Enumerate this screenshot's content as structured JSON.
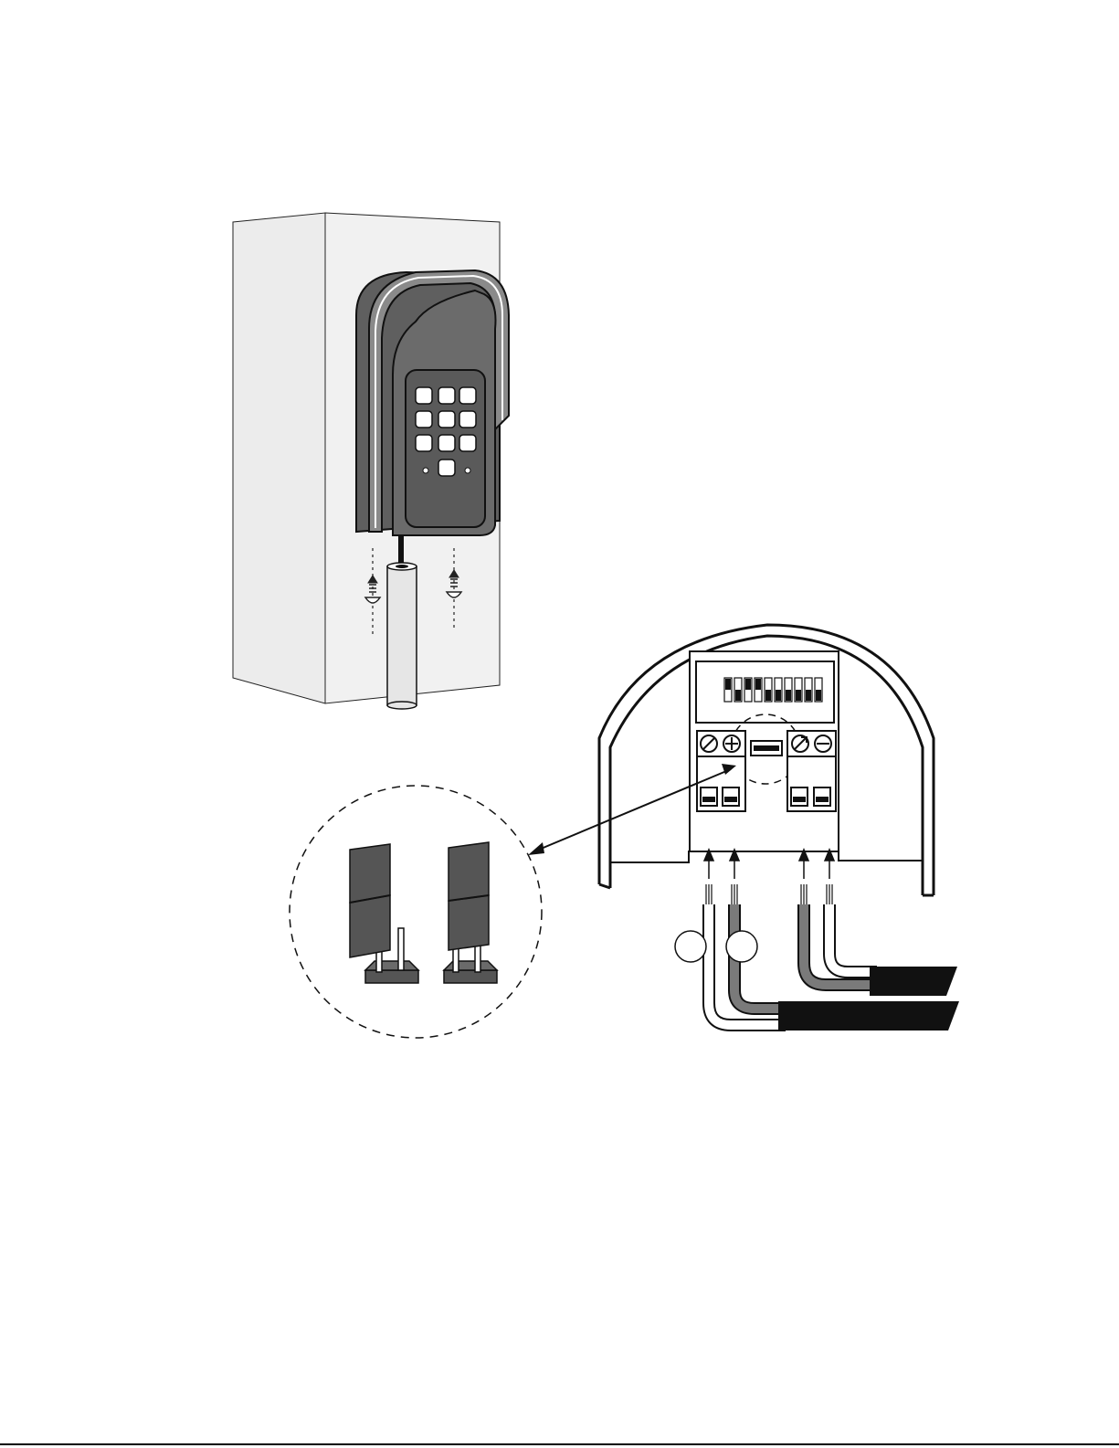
{
  "figure": {
    "description_visible_text": [],
    "colors": {
      "outline": "#1a1a1a",
      "housing_dark": "#6b6b6b",
      "housing_mid": "#8a8a8a",
      "post_face": "#ececec",
      "post_side": "#e2e2e2",
      "key_fill": "#ffffff",
      "cable_jacket": "#111111",
      "wire_grey": "#7a7a7a"
    },
    "keypad": {
      "key_rows": 4,
      "key_cols": 3
    },
    "dip_switch": {
      "positions": 10,
      "states": [
        "up",
        "down",
        "up",
        "up",
        "down",
        "down",
        "down",
        "down",
        "down",
        "down"
      ]
    },
    "terminals": {
      "left_block_symbols": [
        "slash-circle-icon",
        "plus-circle-icon"
      ],
      "right_block_symbols": [
        "arrow-circle-icon",
        "minus-circle-icon"
      ]
    },
    "jumper_detail": {
      "left_jumper": "open",
      "right_jumper": "closed"
    }
  }
}
